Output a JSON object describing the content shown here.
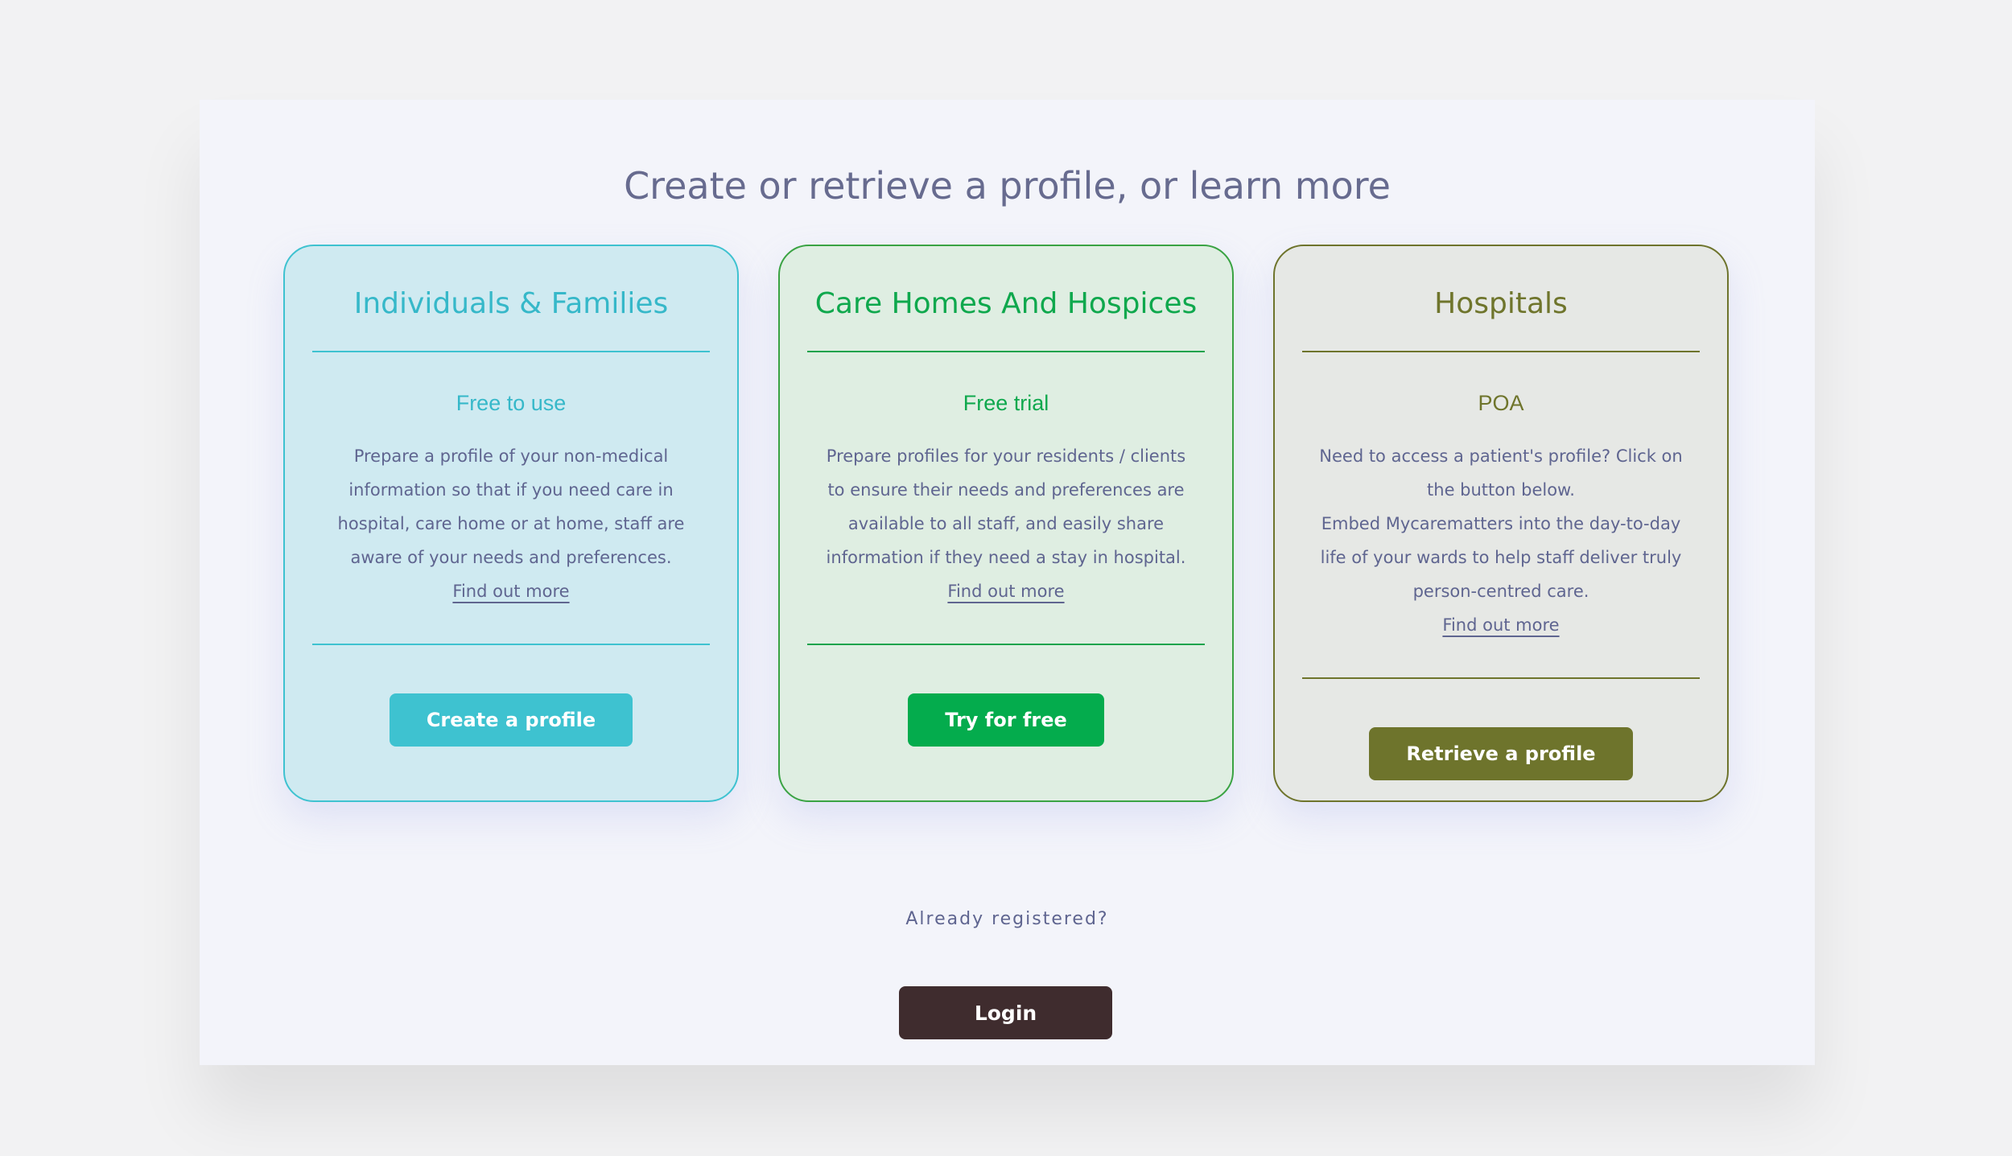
{
  "page": {
    "heading": "Create or retrieve a profile, or learn more"
  },
  "cards": [
    {
      "title": "Individuals & Families",
      "price": "Free to use",
      "description": [
        "Prepare a profile of your non-medical information so that if you need care in hospital, care home or at home, staff are aware of your needs and preferences."
      ],
      "link": "Find out more",
      "button": "Create a profile"
    },
    {
      "title": "Care Homes And Hospices",
      "price": "Free trial",
      "description": [
        "Prepare profiles for your residents / clients to ensure their needs and preferences are available to all staff, and easily share information if they need a stay in hospital."
      ],
      "link": "Find out more",
      "button": "Try for free"
    },
    {
      "title": "Hospitals",
      "price": "POA",
      "description": [
        "Need to access a patient's profile? Click on the button below.",
        "Embed Mycarematters into the day-to-day life of your wards to help staff deliver truly person-centred care."
      ],
      "link": "Find out more",
      "button": "Retrieve a profile"
    }
  ],
  "footer": {
    "prompt": "Already registered?",
    "login_label": "Login"
  },
  "colors": {
    "individuals_accent": "#3ec2d0",
    "care_homes_accent": "#04ac4d",
    "hospitals_accent": "#6e742c",
    "login_button": "#3f2c2e",
    "heading_text": "#676b8f"
  }
}
